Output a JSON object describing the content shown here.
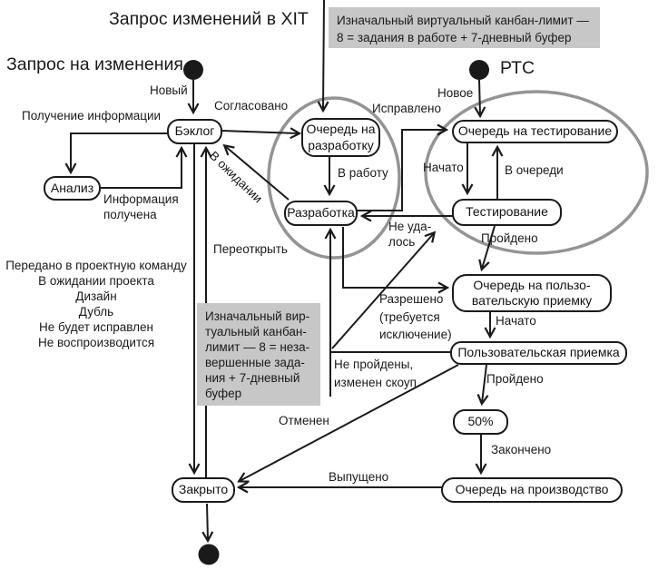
{
  "title": "Запрос изменений в XIT",
  "colors": {
    "line": "#1a1a1a",
    "ellipse": "#949494",
    "note_bg": "#c7c7c7",
    "background": "#ffffff"
  },
  "notes": {
    "top": {
      "text": "Изначальный виртуальный канбан-лимит —\n8 = задания в работе + 7-дневный буфер"
    },
    "middle": {
      "text": "Изначальный вир-\nтуальный канбан-\nлимит — 8 = неза-\nвершенные зада-\nния + 7-дневный\nбуфер"
    }
  },
  "starts": {
    "change_request": "Запрос на изменения",
    "rtc": "РТС"
  },
  "nodes": {
    "backlog": {
      "lines": [
        "Бэклог"
      ]
    },
    "analysis": {
      "lines": [
        "Анализ"
      ]
    },
    "dev_queue": {
      "lines": [
        "Очередь на",
        "разработку"
      ]
    },
    "dev": {
      "lines": [
        "Разработка"
      ]
    },
    "test_queue": {
      "lines": [
        "Очередь на тестирование"
      ]
    },
    "testing": {
      "lines": [
        "Тестирование"
      ]
    },
    "uat_queue": {
      "lines": [
        "Очередь на пользо-",
        "вательскую приемку"
      ]
    },
    "uat": {
      "lines": [
        "Пользовательская приемка"
      ]
    },
    "fifty": {
      "lines": [
        "50%"
      ]
    },
    "prod_queue": {
      "lines": [
        "Очередь на производство"
      ]
    },
    "closed": {
      "lines": [
        "Закрыто"
      ]
    }
  },
  "labels": {
    "novyj": "Новый",
    "poluchenie": "Получение информации",
    "info_poluchena": "Информация\nполучена",
    "soglasovano": "Согласовано",
    "v_rabotu": "В работу",
    "v_ozhidanii": "В ожидании",
    "pereotkryt": "Переоткрыть",
    "ispravleno": "Исправлено",
    "novoe": "Новое",
    "nachato_test": "Начато",
    "v_ocheredi": "В очереди",
    "projdeno_test": "Пройдено",
    "ne_udalos": "Не уда-\nлось",
    "razresheno": "Разрешено\n(требуется\nисключение)",
    "ne_projdeny": "Не пройдены,\nизменен скоуп",
    "nachato_uat": "Начато",
    "projdeno_uat": "Пройдено",
    "otmenen": "Отменен",
    "zakoncheno": "Закончено",
    "vypushcheno": "Выпущено"
  },
  "backlog_statuses": [
    "Передано в проектную команду",
    "В ожидании проекта",
    "Дизайн",
    "Дубль",
    "Не будет исправлен",
    "Не воспроизводится"
  ],
  "edges": [
    {
      "from": "start",
      "to": "backlog",
      "label": "Новый"
    },
    {
      "from": "backlog",
      "to": "analysis",
      "label": "Получение информации"
    },
    {
      "from": "analysis",
      "to": "backlog",
      "label": "Информация получена"
    },
    {
      "from": "backlog",
      "to": "dev_queue",
      "label": "Согласовано"
    },
    {
      "from": "dev_queue",
      "to": "dev",
      "label": "В работу"
    },
    {
      "from": "dev",
      "to": "backlog",
      "label": "В ожидании"
    },
    {
      "from": "dev",
      "to": "test_queue",
      "label": "Исправлено"
    },
    {
      "from": "rtc",
      "to": "test_queue",
      "label": "Новое"
    },
    {
      "from": "test_queue",
      "to": "testing",
      "label": "Начато"
    },
    {
      "from": "testing",
      "to": "test_queue",
      "label": "В очереди"
    },
    {
      "from": "testing",
      "to": "dev",
      "label": "Не удалось"
    },
    {
      "from": "testing",
      "to": "uat_queue",
      "label": "Пройдено"
    },
    {
      "from": "dev",
      "to": "uat_queue",
      "label": "Разрешено (требуется исключение)"
    },
    {
      "from": "uat_queue",
      "to": "uat",
      "label": "Начато"
    },
    {
      "from": "uat",
      "to": "dev",
      "label": "Не пройдены, изменен скоуп"
    },
    {
      "from": "uat",
      "to": "fifty",
      "label": "Пройдено"
    },
    {
      "from": "fifty",
      "to": "prod_queue",
      "label": "Закончено"
    },
    {
      "from": "prod_queue",
      "to": "closed",
      "label": "Выпущено"
    },
    {
      "from": "uat",
      "to": "closed",
      "label": "Отменен"
    },
    {
      "from": "backlog",
      "to": "closed",
      "label": "Передано в проектную команду / В ожидании проекта / Дизайн / Дубль / Не будет исправлен / Не воспроизводится"
    },
    {
      "from": "closed",
      "to": "backlog",
      "label": "Переоткрыть"
    },
    {
      "from": "closed",
      "to": "end",
      "label": ""
    }
  ]
}
